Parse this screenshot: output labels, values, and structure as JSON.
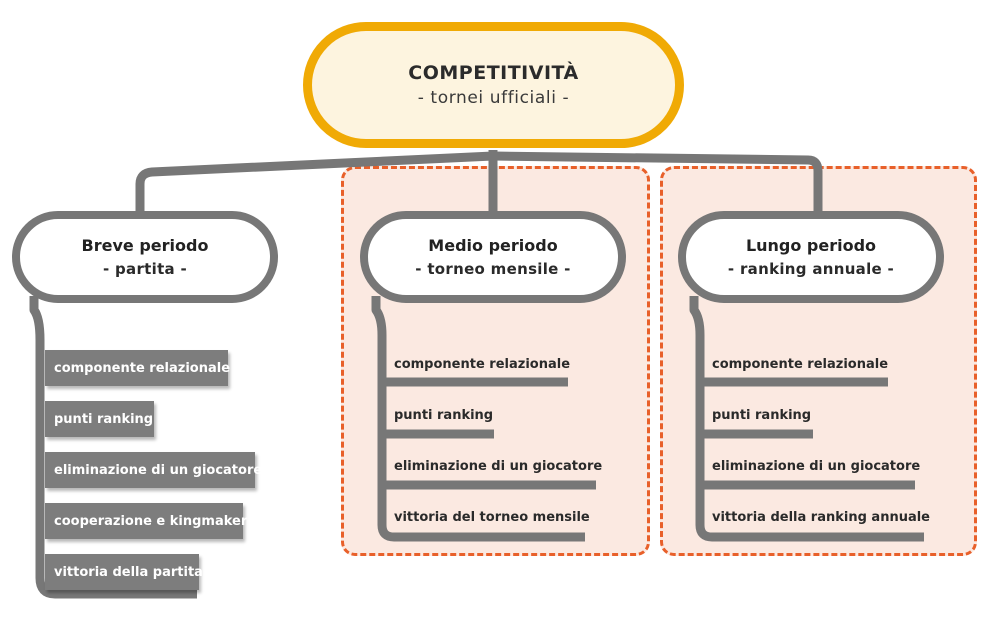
{
  "root": {
    "title": "COMPETITIVITÀ",
    "subtitle": "- tornei ufficiali -"
  },
  "periods": [
    {
      "title": "Breve periodo",
      "subtitle": "- partita -",
      "items": [
        "componente relazionale",
        "punti ranking",
        "eliminazione di un giocatore",
        "cooperazione e kingmaker",
        "vittoria della partita"
      ]
    },
    {
      "title": "Medio periodo",
      "subtitle": "- torneo mensile -",
      "items": [
        "componente relazionale",
        "punti ranking",
        "eliminazione di un giocatore",
        "vittoria del torneo mensile"
      ]
    },
    {
      "title": "Lungo periodo",
      "subtitle": "- ranking annuale -",
      "items": [
        "componente relazionale",
        "punti ranking",
        "eliminazione di un giocatore",
        "vittoria della ranking annuale"
      ]
    }
  ],
  "colors": {
    "root_border": "#f0aa05",
    "root_fill": "#fdf4df",
    "connector": "#777777",
    "highlight_border": "#e8602a",
    "highlight_fill": "#fbe9e1"
  }
}
